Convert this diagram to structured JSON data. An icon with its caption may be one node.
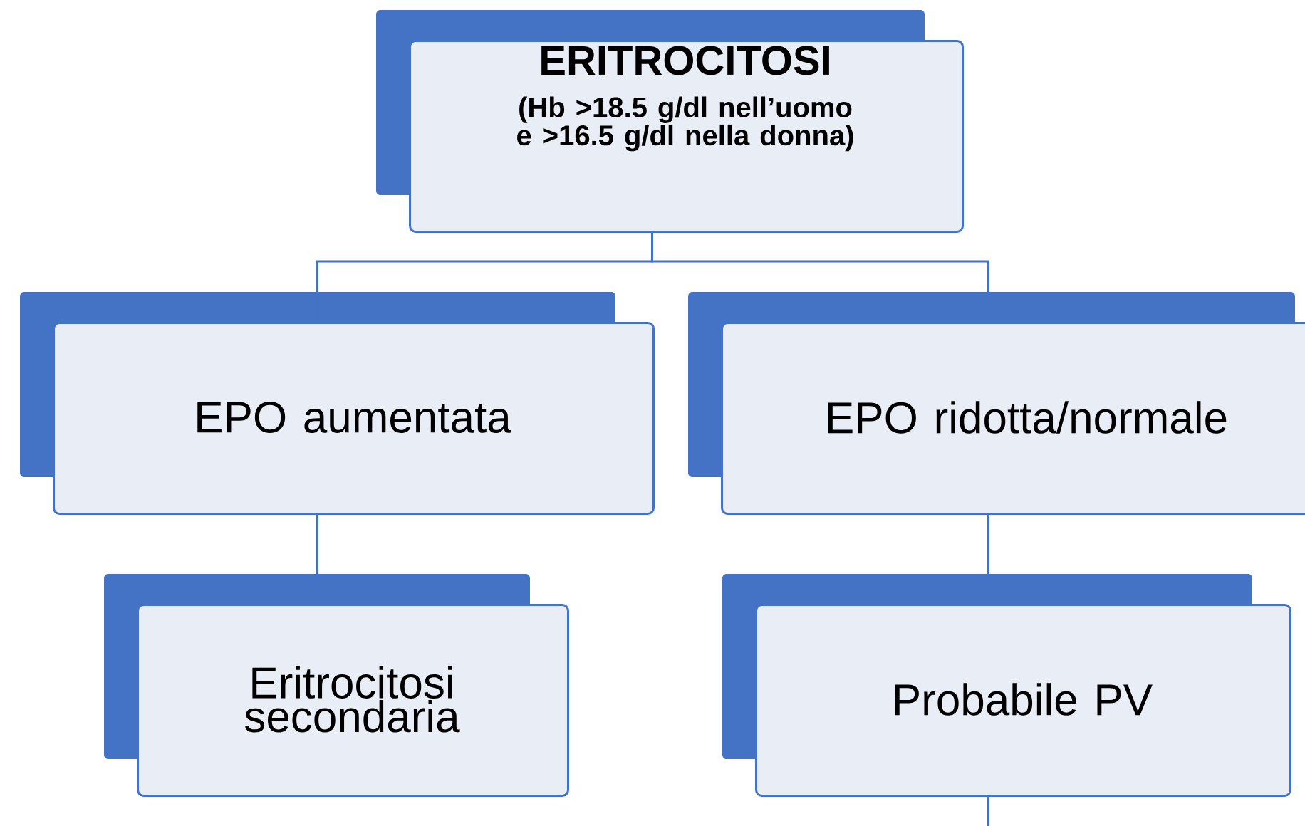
{
  "diagram": {
    "nodes": [
      {
        "text": [
          "ERITROCITOSI",
          "(Hb >18.5 g/dl nell’uomo e >16.5 g/dl nella donna)"
        ]
      },
      {
        "text": [
          "EPO aumentata"
        ]
      },
      {
        "text": [
          "EPO ridotta/normale"
        ]
      },
      {
        "text": [
          "Eritrocitosi secondaria"
        ]
      },
      {
        "text": [
          "Probabile PV"
        ]
      }
    ],
    "edges": [
      {
        "from": 0,
        "to": 1,
        "arrow": "none"
      },
      {
        "from": 0,
        "to": 2,
        "arrow": "none"
      },
      {
        "from": 1,
        "to": 3,
        "arrow": "none"
      },
      {
        "from": 2,
        "to": 4,
        "arrow": "none"
      },
      {
        "from": 4,
        "to": null,
        "arrow": "none"
      }
    ]
  }
}
